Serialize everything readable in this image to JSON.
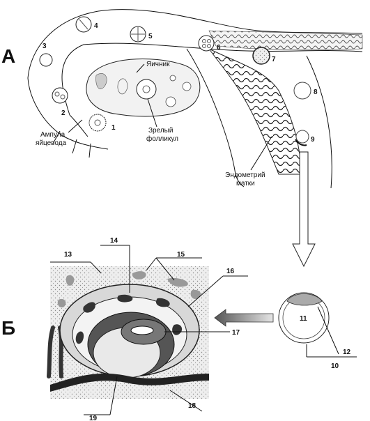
{
  "panels": {
    "a": "А",
    "b": "Б"
  },
  "labels_a": {
    "ovary": "Яичник",
    "mature_follicle_1": "Зрелый",
    "mature_follicle_2": "фолликул",
    "ampulla_1": "Ампула",
    "ampulla_2": "яйцевода",
    "endometrium_1": "Эндометрий",
    "endometrium_2": "матки"
  },
  "stages": [
    "1",
    "2",
    "3",
    "4",
    "5",
    "6",
    "7",
    "8",
    "9"
  ],
  "labels_b": [
    "10",
    "11",
    "12",
    "13",
    "14",
    "15",
    "16",
    "17",
    "18",
    "19"
  ]
}
